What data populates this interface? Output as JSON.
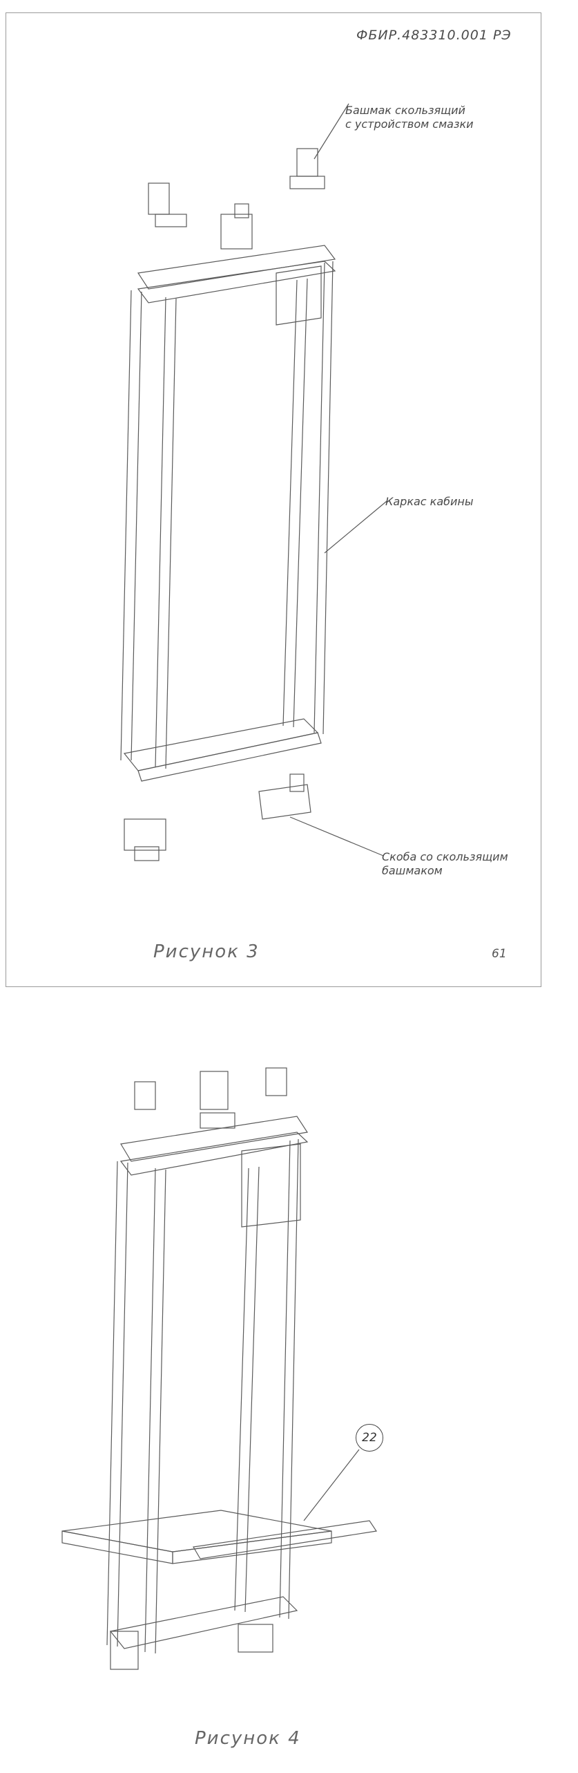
{
  "page1": {
    "doc_number": "ФБИР.483310.001 РЭ",
    "callout_shoe": "Башмак скользящий\nс устройством смазки",
    "callout_frame": "Каркас кабины",
    "callout_bracket": "Скоба со скользящим\nбашмаком",
    "caption": "Рисунок 3",
    "page_number": "61"
  },
  "page2": {
    "callout_number": "22",
    "caption": "Рисунок 4"
  }
}
